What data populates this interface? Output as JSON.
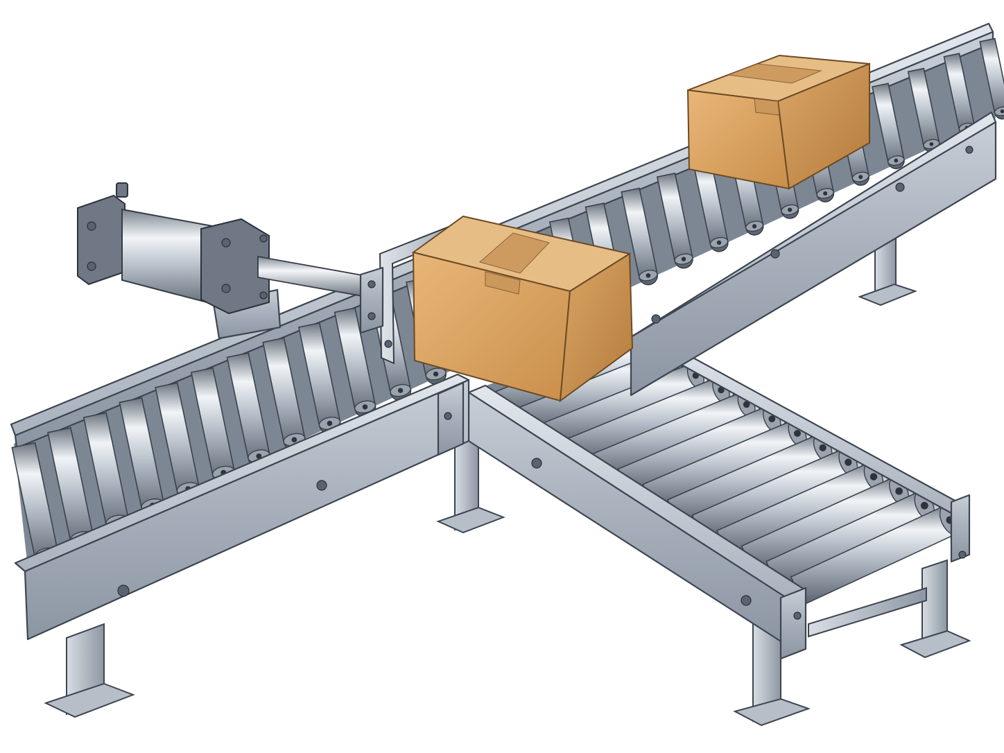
{
  "scene": {
    "components": [
      "main-conveyor",
      "branch-conveyor",
      "pneumatic-pusher",
      "box-on-main-line",
      "box-at-pusher"
    ],
    "colors": {
      "steel": "#b9c1cb",
      "steel_dark": "#6f7884",
      "outline": "#3d4550",
      "cardboard": "#d9a566",
      "cardboard_dark": "#b9843f",
      "background": "#ffffff"
    },
    "icons": [
      "bolt-icon",
      "roller-icon"
    ]
  }
}
